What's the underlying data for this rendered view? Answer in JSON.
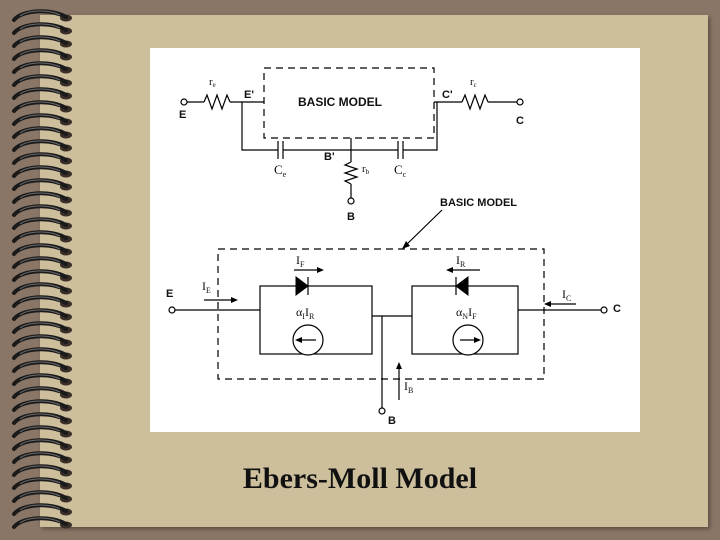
{
  "slide": {
    "title": "Ebers-Moll Model"
  },
  "colors": {
    "frame": "#8a7666",
    "paper": "#cdbf9c",
    "binding_ring": "#1a1a1a",
    "diagram_bg": "#ffffff"
  },
  "diagram": {
    "top_circuit": {
      "block_label": "BASIC  MODEL",
      "resistor_emitter_label": "r",
      "resistor_emitter_sub": "e",
      "resistor_collector_label": "r",
      "resistor_collector_sub": "c",
      "resistor_base_label": "r",
      "resistor_base_sub": "b",
      "node_emitter_internal": "E'",
      "node_collector_internal": "C'",
      "node_base_internal": "B'",
      "cap_emitter_label": "C",
      "cap_emitter_sub": "e",
      "cap_collector_label": "C",
      "cap_collector_sub": "c",
      "terminal_emitter": "E",
      "terminal_collector": "C",
      "terminal_base": "B"
    },
    "callout_label": "BASIC  MODEL",
    "bottom_circuit": {
      "diode_forward_label": "I",
      "diode_forward_sub": "F",
      "diode_reverse_label": "I",
      "diode_reverse_sub": "R",
      "source_left_label": "α",
      "source_left_sub": "I",
      "source_left_current": "I",
      "source_left_current_sub": "R",
      "source_right_label": "α",
      "source_right_sub": "N",
      "source_right_current": "I",
      "source_right_current_sub": "F",
      "current_emitter": "I",
      "current_emitter_sub": "E",
      "current_collector": "I",
      "current_collector_sub": "C",
      "current_base": "I",
      "current_base_sub": "B",
      "terminal_emitter": "E",
      "terminal_collector": "C",
      "terminal_base": "B"
    }
  }
}
